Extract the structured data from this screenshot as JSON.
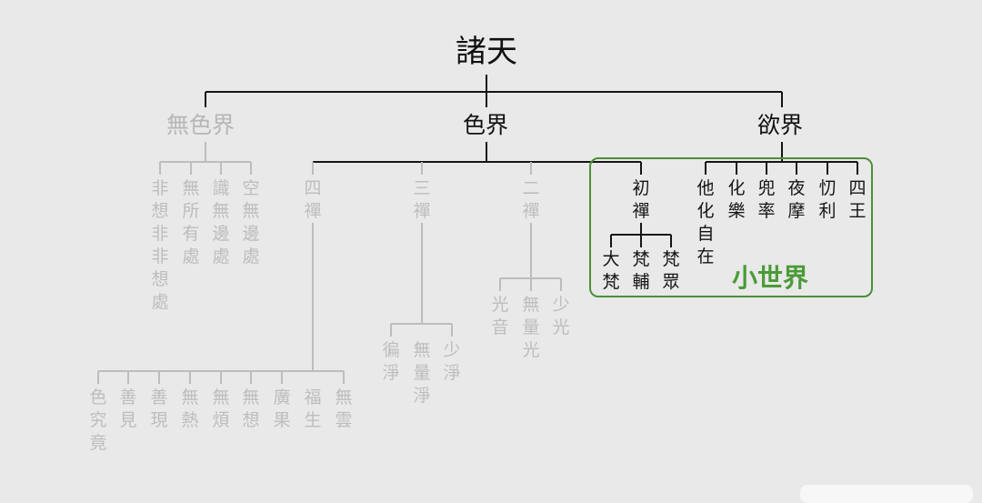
{
  "root": "諸天",
  "realms": {
    "formless": {
      "label": "無色界",
      "children": [
        "非想非非想處",
        "無所有處",
        "識無邊處",
        "空無邊處"
      ]
    },
    "form": {
      "label": "色界",
      "dhyanas": {
        "fourth": {
          "label": "四禪",
          "children": [
            "色究竟",
            "善見",
            "善現",
            "無熱",
            "無煩",
            "無想",
            "廣果",
            "福生",
            "無雲"
          ]
        },
        "third": {
          "label": "三禪",
          "children": [
            "徧淨",
            "無量淨",
            "少淨"
          ]
        },
        "second": {
          "label": "二禪",
          "children": [
            "光音",
            "無量光",
            "少光"
          ]
        },
        "first": {
          "label": "初禪",
          "children": [
            "大梵",
            "梵輔",
            "梵眾"
          ]
        }
      }
    },
    "desire": {
      "label": "欲界",
      "children": [
        "他化自在",
        "化樂",
        "兜率",
        "夜摩",
        "忉利",
        "四王"
      ]
    }
  },
  "small_world_label": "小世界",
  "colors": {
    "active": "#141414",
    "inactive": "#bdbdbd",
    "highlight": "#4b8f3a"
  }
}
